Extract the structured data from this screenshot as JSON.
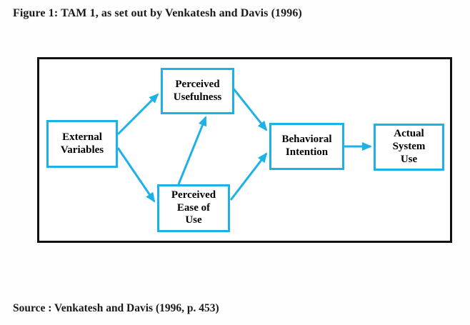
{
  "figure": {
    "title": "Figure 1: TAM 1, as set out by Venkatesh and Davis (1996)",
    "source": "Source : Venkatesh and Davis (1996, p. 453)"
  },
  "colors": {
    "accent": "#1cb2e8",
    "frame_border": "#111111",
    "text": "#1a1a1a",
    "node_fill": "#ffffff"
  },
  "diagram": {
    "type": "flowchart",
    "nodes": [
      {
        "id": "external-variables",
        "label": "External\nVariables"
      },
      {
        "id": "perceived-usefulness",
        "label": "Perceived\nUsefulness"
      },
      {
        "id": "perceived-ease-of-use",
        "label": "Perceived\nEase of\nUse"
      },
      {
        "id": "behavioral-intention",
        "label": "Behavioral\nIntention"
      },
      {
        "id": "actual-system-use",
        "label": "Actual\nSystem\nUse"
      }
    ],
    "edges": [
      {
        "from": "external-variables",
        "to": "perceived-usefulness"
      },
      {
        "from": "external-variables",
        "to": "perceived-ease-of-use"
      },
      {
        "from": "perceived-ease-of-use",
        "to": "perceived-usefulness"
      },
      {
        "from": "perceived-usefulness",
        "to": "behavioral-intention"
      },
      {
        "from": "perceived-ease-of-use",
        "to": "behavioral-intention"
      },
      {
        "from": "behavioral-intention",
        "to": "actual-system-use"
      }
    ]
  }
}
